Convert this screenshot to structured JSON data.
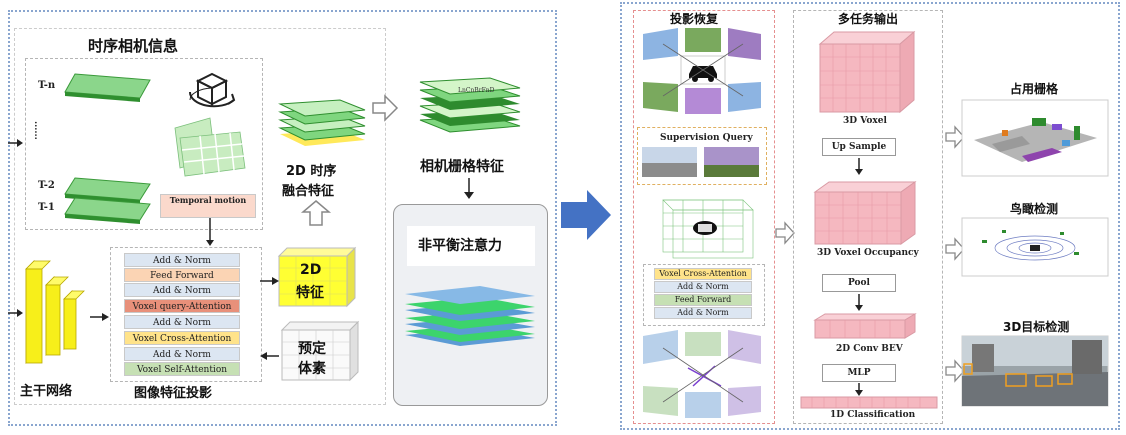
{
  "left": {
    "title": "时序相机信息",
    "time_labels": [
      "T-n",
      "......",
      "T-2",
      "T-1"
    ],
    "temporal_box": "Temporal motion",
    "fusion_label_line1": "2D 时序",
    "fusion_label_line2": "融合特征",
    "camera_grid_label": "相机栅格特征",
    "grid_texture_text": "LnCnBrFnD",
    "imbalanced_attention": "非平衡注意力",
    "feature_2d_line1": "2D",
    "feature_2d_line2": "特征",
    "preset_voxel_line1": "预定",
    "preset_voxel_line2": "体素",
    "backbone_label": "主干网络",
    "projection_label": "图像特征投影",
    "encoder_layers": [
      "Add & Norm",
      "Feed Forward",
      "Add & Norm",
      "Voxel query-Attention",
      "Add & Norm",
      "Voxel Cross-Attention",
      "Add & Norm",
      "Voxel Self-Attention"
    ]
  },
  "right": {
    "projection_title": "投影恢复",
    "supervision_query": "Supervision Query",
    "decoder_layers": [
      "Voxel Cross-Attention",
      "Add & Norm",
      "Feed Forward",
      "Add & Norm"
    ],
    "multitask_title": "多任务输出",
    "pipeline": [
      "3D Voxel",
      "Up Sample",
      "3D Voxel Occupancy",
      "Pool",
      "2D Conv BEV",
      "MLP",
      "1D Classification"
    ],
    "outputs": [
      "占用栅格",
      "鸟瞰检测",
      "3D目标检测"
    ]
  },
  "colors": {
    "panel_border": "#8aa6cf",
    "big_arrow": "#4472c4",
    "voxel_pink": "#f5b8c0",
    "feature_yellow": "#ffff66",
    "green_layer": "#7fd67f",
    "blue_layer": "#6fa8dc"
  }
}
